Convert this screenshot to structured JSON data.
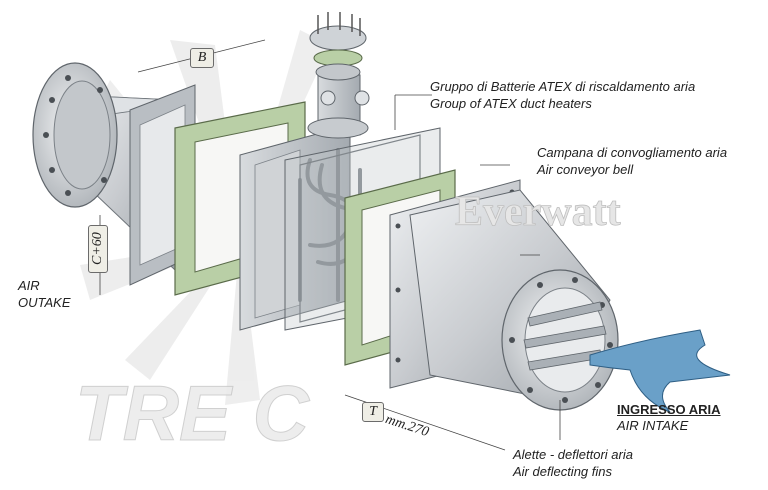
{
  "labels": {
    "heaters_it": "Gruppo di Batterie ATEX di riscaldamento aria",
    "heaters_en": "Group of ATEX duct heaters",
    "bell_it": "Campana di convogliamento aria",
    "bell_en": "Air conveyor bell",
    "outtake_line1": "AIR",
    "outtake_line2": "OUTAKE",
    "intake_it": "INGRESSO  ARIA",
    "intake_en": "AIR INTAKE",
    "fins_it": "Alette - deflettori aria",
    "fins_en": "Air deflecting fins"
  },
  "dimensions": {
    "b": "B",
    "c": "C+60",
    "t": "T",
    "mm": "mm.270"
  },
  "watermarks": {
    "brand": "Everwatt",
    "logo": "TRE C"
  },
  "colors": {
    "steel": "#c9ccd0",
    "steel_dark": "#8e949a",
    "gasket": "#b9cfa6",
    "gasket_edge": "#5a6b4a",
    "intake_arrow": "#6aa0c8",
    "watermark": "#d9d9d9"
  }
}
